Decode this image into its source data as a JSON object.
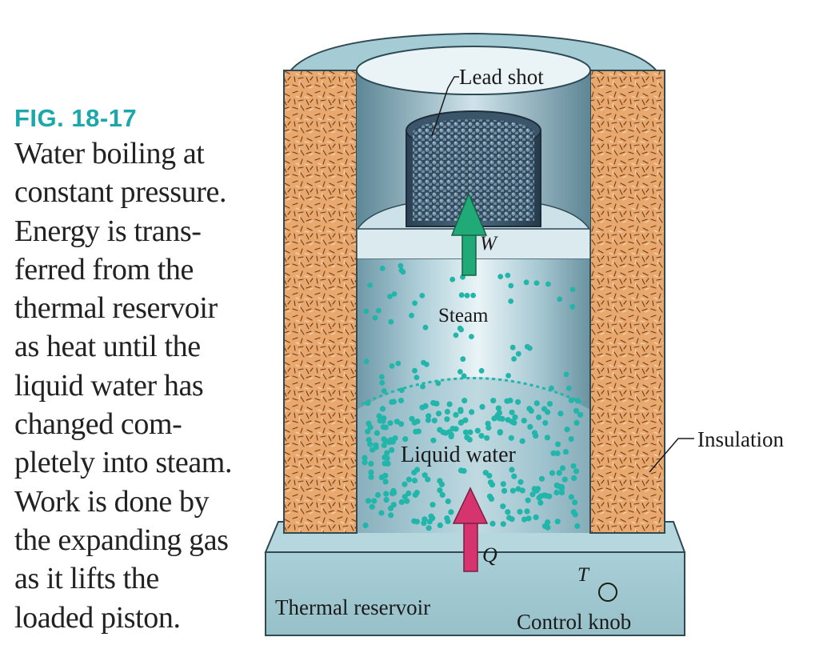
{
  "figure": {
    "label": "FIG. 18-17",
    "caption_lines": [
      "Water boiling at",
      "constant pressure.",
      "Energy is trans-",
      "ferred from the",
      "thermal reservoir",
      "as heat until the",
      "liquid water has",
      "changed com-",
      "pletely into steam.",
      "Work is done by",
      "the expanding gas",
      "as it lifts the",
      "loaded piston."
    ]
  },
  "diagram": {
    "labels": {
      "lead_shot": "Lead shot",
      "work": "W",
      "steam": "Steam",
      "liquid_water": "Liquid water",
      "heat": "Q",
      "insulation": "Insulation",
      "thermal_reservoir": "Thermal reservoir",
      "temperature": "T",
      "control_knob": "Control knob"
    },
    "colors": {
      "insulation": "#e8a469",
      "housing": "#9fc7d0",
      "cylinder": "#b3d5df",
      "droplet": "#22b5aa",
      "work_arrow": "#1faa78",
      "heat_arrow": "#d6346f",
      "lead": "#2c4256",
      "caption_label": "#1ca7ab"
    }
  }
}
